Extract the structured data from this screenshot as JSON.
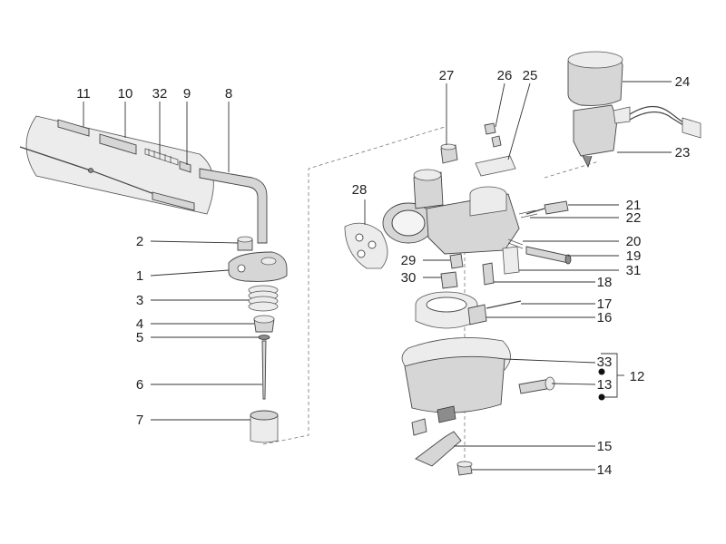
{
  "callouts": {
    "n1": "1",
    "n2": "2",
    "n3": "3",
    "n4": "4",
    "n5": "5",
    "n6": "6",
    "n7": "7",
    "n8": "8",
    "n9": "9",
    "n10": "10",
    "n11": "11",
    "n12": "12",
    "n13": "13",
    "n14": "14",
    "n15": "15",
    "n16": "16",
    "n17": "17",
    "n18": "18",
    "n19": "19",
    "n20": "20",
    "n21": "21",
    "n22": "22",
    "n23": "23",
    "n24": "24",
    "n25": "25",
    "n26": "26",
    "n27": "27",
    "n28": "28",
    "n29": "29",
    "n30": "30",
    "n31": "31",
    "n32": "32",
    "n33": "33"
  }
}
